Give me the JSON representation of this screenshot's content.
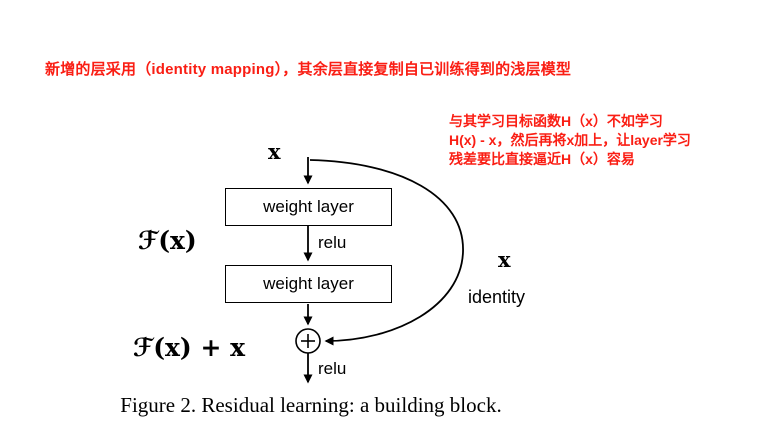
{
  "annotations": {
    "color": "#fa1e14",
    "top_note": "新增的层采用（identity mapping），其余层直接复制自已训练得到的浅层模型",
    "side_note_lines": [
      "与其学习目标函数H（x）不如学习",
      "H(x) - x，然后再将x加上，让layer学习",
      "残差要比直接逼近H（x）容易"
    ]
  },
  "diagram": {
    "input_label": "x",
    "weight_layer_1": "weight layer",
    "weight_layer_2": "weight layer",
    "relu_1": "relu",
    "relu_2": "relu",
    "residual_label": "ℱ(x)",
    "output_label": "ℱ(x) + x",
    "identity_x_label": "x",
    "identity_label": "identity",
    "plus_symbol": "+"
  },
  "caption": "Figure 2. Residual learning: a building block."
}
